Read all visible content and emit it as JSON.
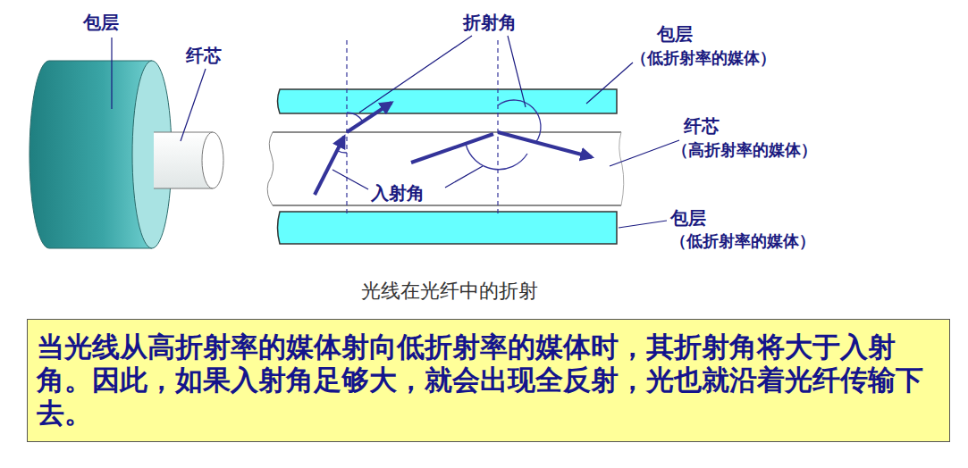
{
  "diagram": {
    "caption": "光线在光纤中的折射",
    "nodes": [
      {
        "text": [
          "当光线从高折射率的媒体射向低折射率的媒体时，其折射角将大于入射角。因此，如果入射角足够大，就会出现全反射，光也就沿着光纤传输下去。"
        ]
      }
    ],
    "labels": [
      "包层",
      "纤芯",
      "折射角",
      "包层",
      "（低折射率的媒体）",
      "纤芯",
      "（高折射率的媒体）",
      "入射角",
      "包层",
      "（低折射率的媒体）"
    ]
  }
}
